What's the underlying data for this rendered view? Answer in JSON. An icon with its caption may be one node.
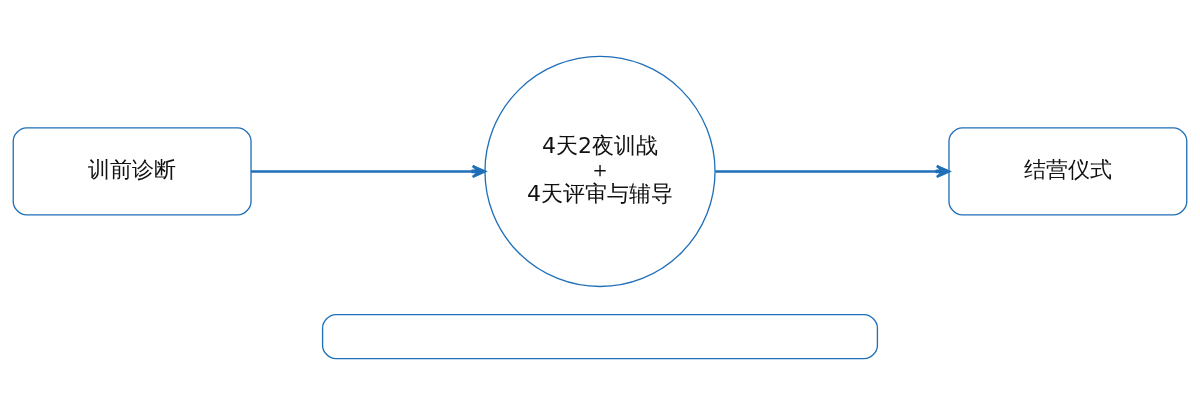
{
  "diagram": {
    "nodes": [
      {
        "text": [
          "训前诊断"
        ]
      },
      {
        "text": [
          "4天2夜训战",
          "＋",
          "4天评审与辅导"
        ]
      },
      {
        "text": [
          "结营仪式"
        ]
      },
      {
        "text": [],
        "shape": "box"
      }
    ],
    "edges": [
      {
        "from": 0,
        "to": 1,
        "arrow": "to"
      },
      {
        "from": 1,
        "to": 2,
        "arrow": "to"
      }
    ]
  }
}
